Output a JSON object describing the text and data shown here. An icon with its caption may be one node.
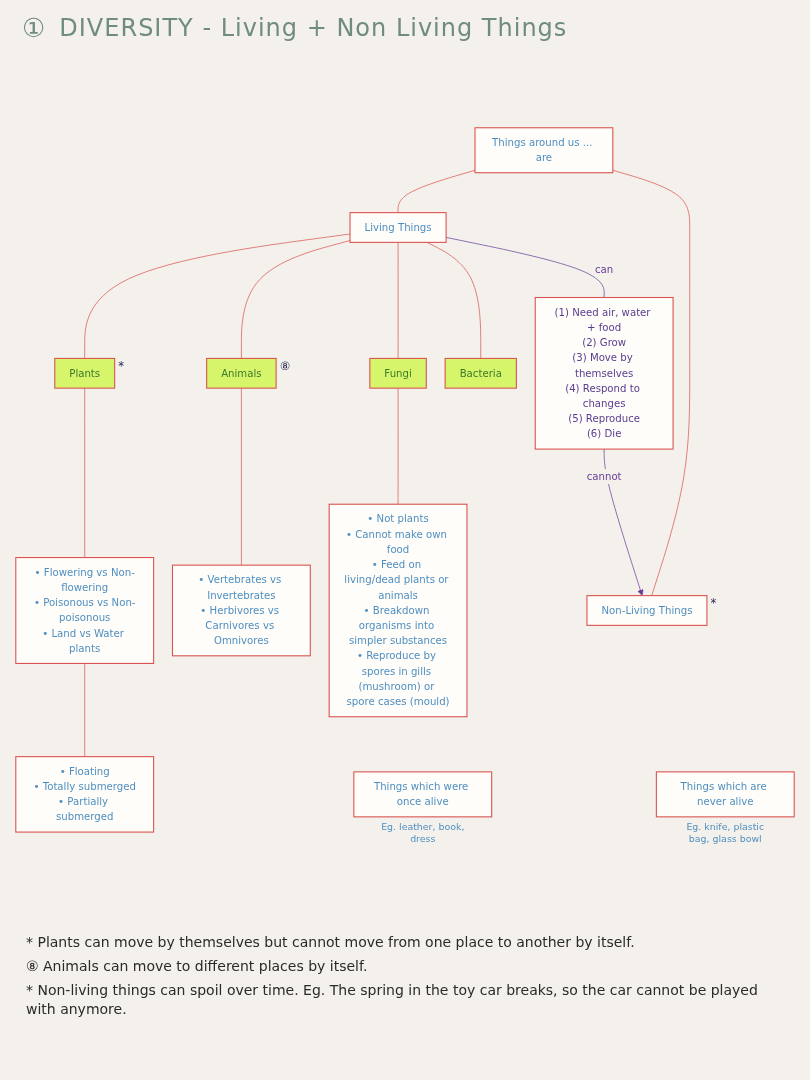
{
  "diagram": {
    "title": "DIVERSITY - Living + Non Living Things",
    "nodes": [
      {
        "text": [
          "Things around us ... are"
        ]
      },
      {
        "text": [
          "Living Things"
        ]
      },
      {
        "text": [
          "Non-Living Things"
        ],
        "beside": [
          "*"
        ]
      },
      {
        "text": [
          "Plants"
        ],
        "beside": [
          "*"
        ]
      },
      {
        "text": [
          "Animals"
        ],
        "beside": [
          "⑧"
        ]
      },
      {
        "text": [
          "Fungi"
        ]
      },
      {
        "text": [
          "Bacteria"
        ]
      },
      {
        "text": [
          "(1) Need air, water + food",
          "(2) Grow",
          "(3) Move by themselves",
          "(4) Respond to changes",
          "(5) Reproduce",
          "(6) Die"
        ]
      },
      {
        "text": [
          "Things which were once alive"
        ],
        "beside": [
          "Eg. leather, book, dress"
        ]
      },
      {
        "text": [
          "Things which are never alive"
        ],
        "beside": [
          "Eg. knife, plastic bag, glass bowl"
        ]
      },
      {
        "text": [
          "• Flowering vs Non-flowering",
          "• Poisonous vs Non-poisonous",
          "• Land vs Water plants"
        ]
      },
      {
        "text": [
          "• Floating",
          "• Totally submerged",
          "• Partially submerged"
        ]
      },
      {
        "text": [
          "• Vertebrates vs Invertebrates",
          "• Herbivores vs Carnivores vs Omnivores"
        ]
      },
      {
        "text": [
          "• Not plants",
          "• Cannot make own food",
          "• Feed on living/dead plants or animals",
          "• Breakdown organisms into simpler substances",
          "• Reproduce by spores in gills (mushroom) or spore cases (mould)"
        ]
      }
    ],
    "edges": [
      {
        "from": 0,
        "to": 1,
        "arrow": "none"
      },
      {
        "from": 0,
        "to": 2,
        "arrow": "none"
      },
      {
        "from": 1,
        "to": 3,
        "arrow": "none"
      },
      {
        "from": 1,
        "to": 4,
        "arrow": "none"
      },
      {
        "from": 1,
        "to": 5,
        "arrow": "none"
      },
      {
        "from": 1,
        "to": 6,
        "arrow": "none"
      },
      {
        "from": 1,
        "to": 7,
        "arrow": "none",
        "label": "can",
        "color": "#6a3d9a"
      },
      {
        "from": 7,
        "to": 2,
        "arrow": "to",
        "label": "cannot",
        "color": "#6a3d9a"
      },
      {
        "from": 3,
        "to": 10,
        "arrow": "none"
      },
      {
        "from": 4,
        "to": 12,
        "arrow": "none"
      },
      {
        "from": 5,
        "to": 13,
        "arrow": "none"
      },
      {
        "from": 10,
        "to": 11,
        "arrow": "none"
      }
    ],
    "labels": [
      "①",
      "* Plants can move by themselves but cannot move from one place to another by itself.",
      "⑧ Animals can move to different places by itself.",
      "* Non-living things can spoil over time. Eg. The spring in the toy car breaks, so the car cannot be played with anymore."
    ]
  }
}
